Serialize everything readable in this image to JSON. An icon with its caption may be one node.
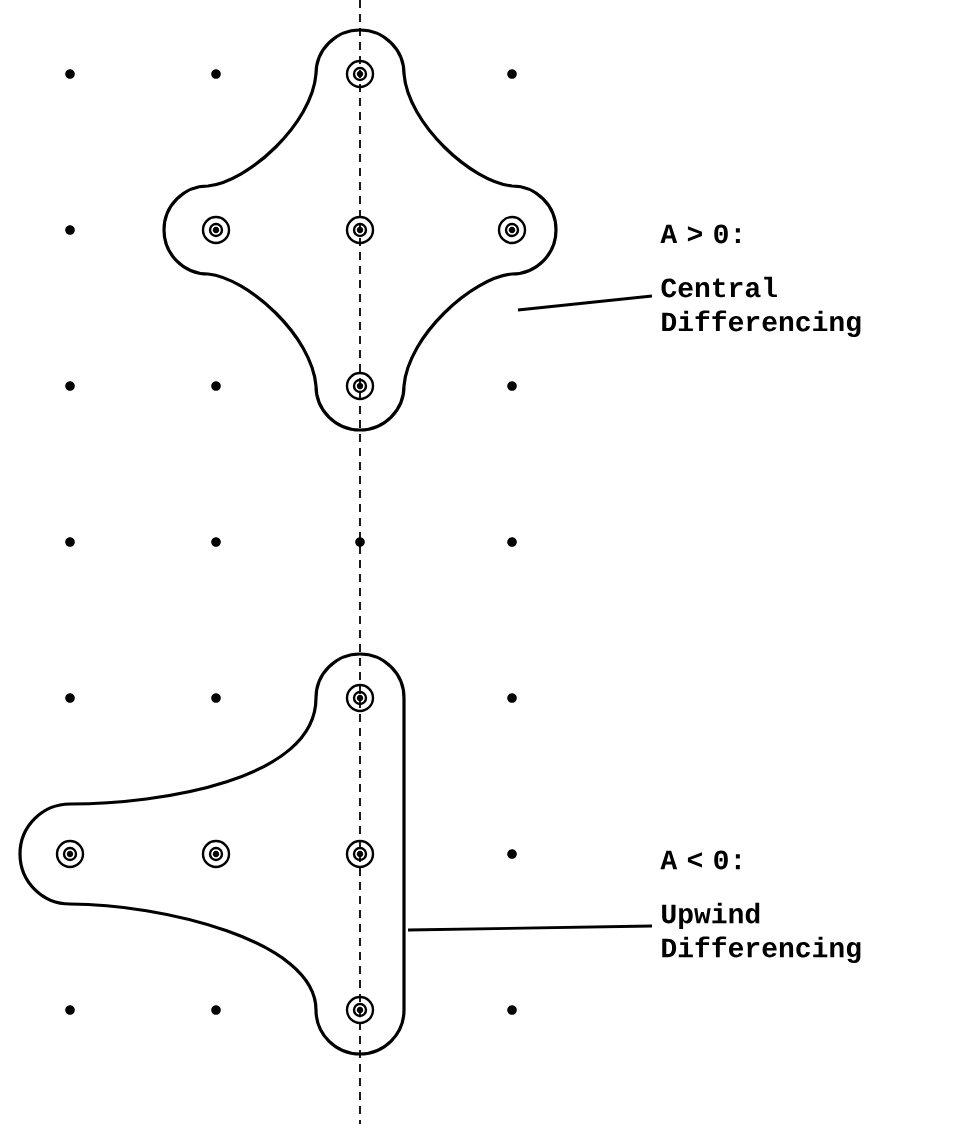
{
  "diagram": {
    "nodes": [
      {
        "text": [
          "A > 0:",
          "Central Differencing"
        ]
      },
      {
        "text": [],
        "shape": "blob"
      },
      {
        "text": [
          "A < 0:",
          "Upwind Differencing"
        ]
      },
      {
        "text": [],
        "shape": "blob"
      }
    ],
    "edges": [
      {
        "from": 0,
        "to": 1,
        "arrow": "none"
      },
      {
        "from": 2,
        "to": 3,
        "arrow": "none"
      }
    ]
  }
}
